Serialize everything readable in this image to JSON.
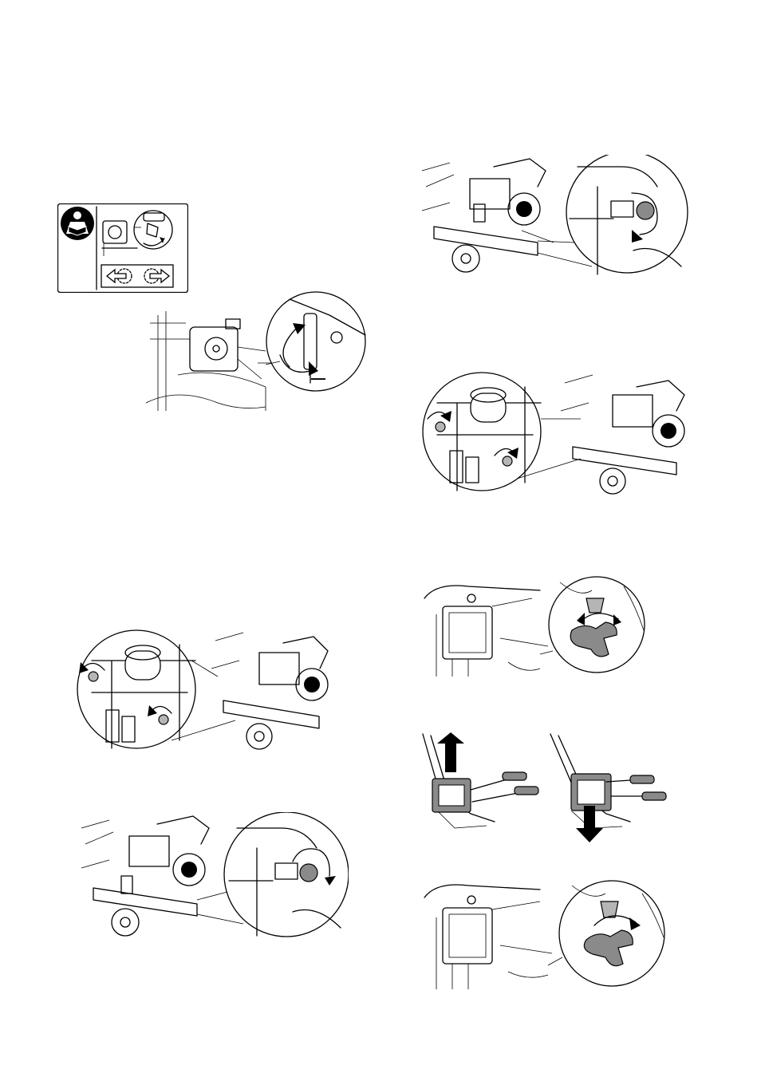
{
  "page": {
    "background": "#ffffff",
    "ink": "#000000",
    "shade": "#8a8a8a"
  },
  "figures": [
    {
      "id": "safety-label",
      "icons": [
        "read-manual-icon",
        "rotate-left-icon",
        "rotate-right-icon"
      ]
    },
    {
      "id": "pump-valve-detail",
      "icons": [
        "rotate-both-ways-icon"
      ],
      "label": "—"
    },
    {
      "id": "engine-bolt-loosen-top-right",
      "icons": [
        "rotate-arrow-icon"
      ]
    },
    {
      "id": "engine-nuts-right-view",
      "icons": [
        "rotate-arrow-icon"
      ]
    },
    {
      "id": "handle-knob-loosen",
      "icons": [
        "rotate-arrow-icon"
      ]
    },
    {
      "id": "handle-height-adjust",
      "icons": [
        "arrow-up-icon",
        "arrow-down-icon"
      ]
    },
    {
      "id": "handle-knob-tighten",
      "icons": [
        "rotate-arrow-icon"
      ]
    },
    {
      "id": "engine-nuts-left-view",
      "icons": [
        "rotate-arrow-icon"
      ]
    },
    {
      "id": "engine-bolt-tighten",
      "icons": [
        "rotate-arrow-icon"
      ]
    }
  ]
}
